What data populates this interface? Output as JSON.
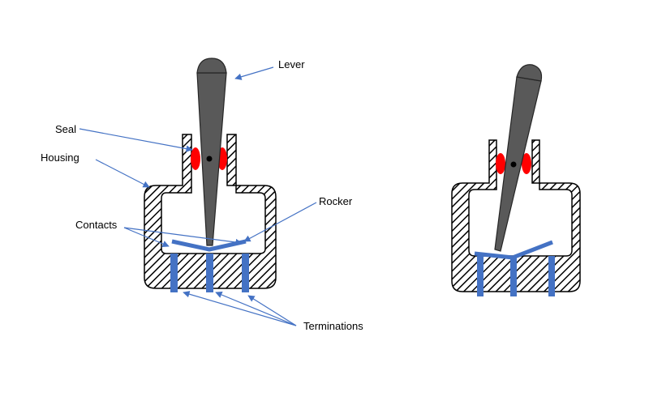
{
  "labels": {
    "lever": "Lever",
    "seal": "Seal",
    "housing": "Housing",
    "rocker": "Rocker",
    "contacts": "Contacts",
    "terminations": "Terminations"
  },
  "colors": {
    "housing_stroke": "#000000",
    "hatch": "#000000",
    "lever_fill": "#595959",
    "lever_stroke": "#262626",
    "seal": "#ff0000",
    "blue_parts": "#4472c4",
    "arrow": "#4472c4"
  }
}
